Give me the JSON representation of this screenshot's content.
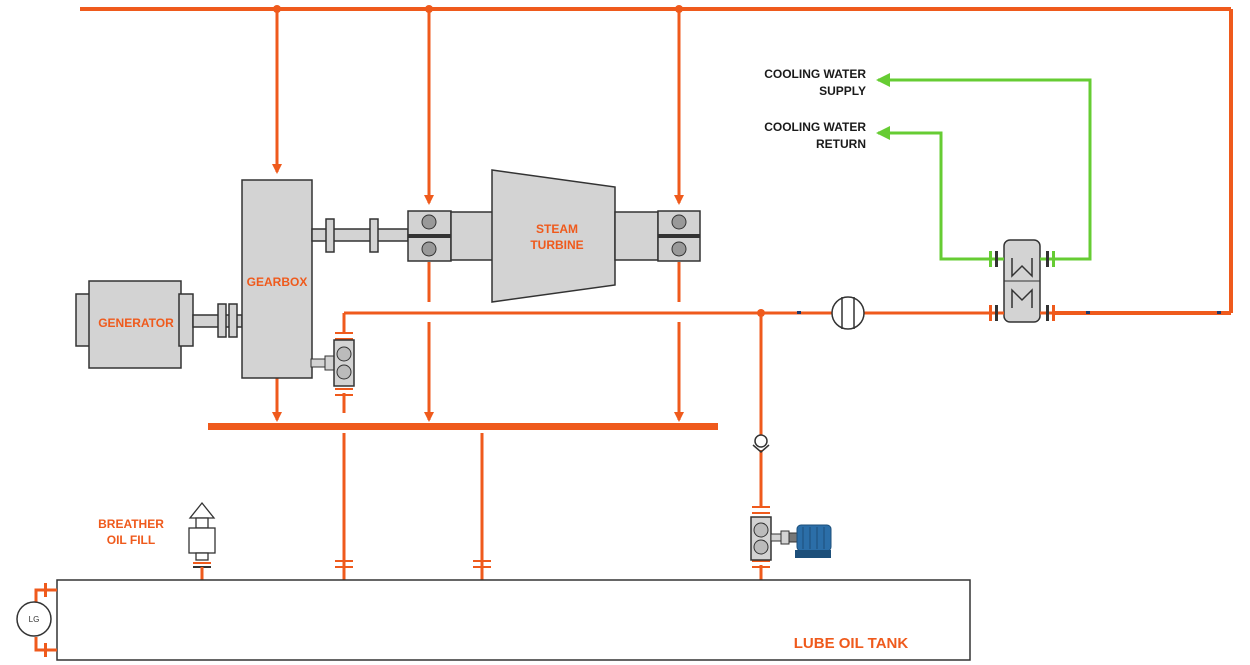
{
  "labels": {
    "generator": "GENERATOR",
    "gearbox": "GEARBOX",
    "steam_turbine_line1": "STEAM",
    "steam_turbine_line2": "TURBINE",
    "cooling_water_supply_line1": "COOLING WATER",
    "cooling_water_supply_line2": "SUPPLY",
    "cooling_water_return_line1": "COOLING WATER",
    "cooling_water_return_line2": "RETURN",
    "breather_line1": "BREATHER",
    "breather_line2": "OIL FILL",
    "lube_oil_tank": "LUBE OIL TANK",
    "level_gauge": "LG"
  },
  "colors": {
    "oil_line": "#ef5a1c",
    "cooling_water_line": "#66cc33",
    "equipment_fill": "#d3d3d3",
    "equipment_stroke": "#333333",
    "motor": "#2b6ea8"
  }
}
